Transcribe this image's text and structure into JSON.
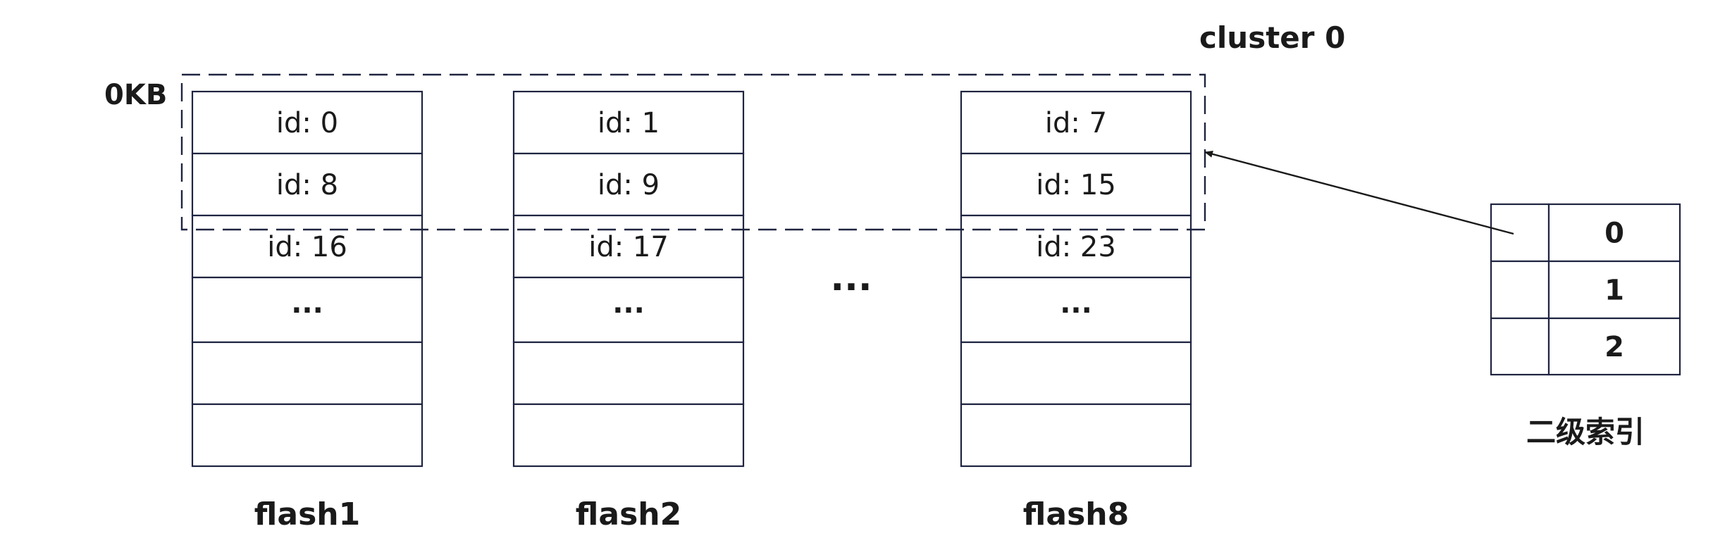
{
  "columns": [
    {
      "label": "flash1",
      "cells": [
        "id: 0",
        "id: 8",
        "id: 16",
        "...",
        "",
        ""
      ]
    },
    {
      "label": "flash2",
      "cells": [
        "id: 1",
        "id: 9",
        "id: 17",
        "...",
        "",
        ""
      ]
    },
    {
      "label": "flash8",
      "cells": [
        "id: 7",
        "id: 15",
        "id: 23",
        "...",
        "",
        ""
      ]
    }
  ],
  "between_dots": "...",
  "offset_label": "0KB",
  "cluster_label": "cluster 0",
  "index_table": {
    "rows": [
      "0",
      "1",
      "2"
    ],
    "caption": "二级索引"
  }
}
